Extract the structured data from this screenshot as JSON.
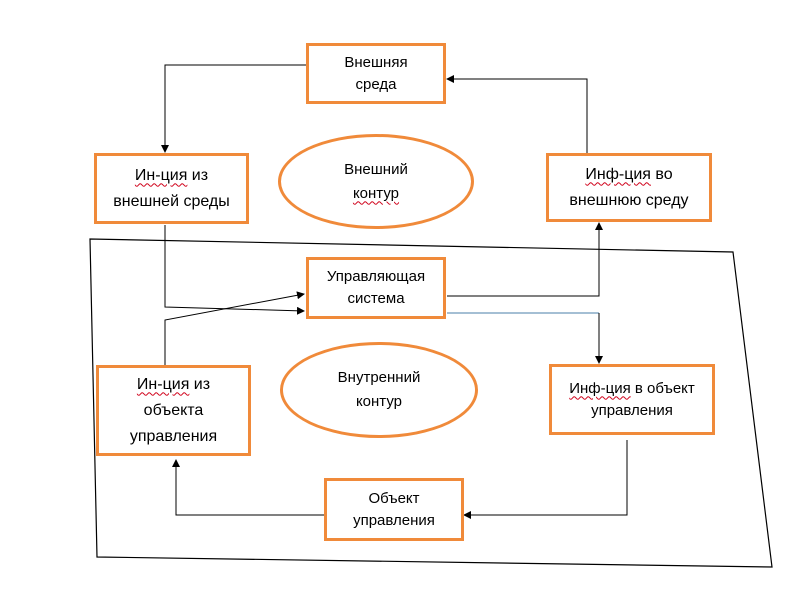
{
  "diagram": {
    "boxes": {
      "external_env": {
        "line1": "Внешняя",
        "line2": "среда"
      },
      "info_from_env": {
        "line1_a": "Ин-ция",
        "line1_b": " из",
        "line2": "внешней среды"
      },
      "info_to_env": {
        "line1_a": "Инф-ция",
        "line1_b": " во",
        "line2": "внешнюю среду"
      },
      "control_system": {
        "line1": "Управляющая",
        "line2": "система"
      },
      "info_from_object": {
        "line1_a": "Ин-ция",
        "line1_b": " из",
        "line2": "объекта",
        "line3": "управления"
      },
      "info_to_object": {
        "line1_a": "Инф-ция",
        "line1_b": " в объект",
        "line2": "управления"
      },
      "control_object": {
        "line1": "Объект",
        "line2": "управления"
      }
    },
    "ovals": {
      "outer_loop": {
        "line1": "Внешний",
        "line2": "контур"
      },
      "inner_loop": {
        "line1": "Внутренний",
        "line2": "контур"
      }
    },
    "colors": {
      "node_border": "#F08A3A",
      "connector": "#000000",
      "accent_connector": "#4A7FA8",
      "spellcheck_underline": "#d0021b"
    }
  }
}
